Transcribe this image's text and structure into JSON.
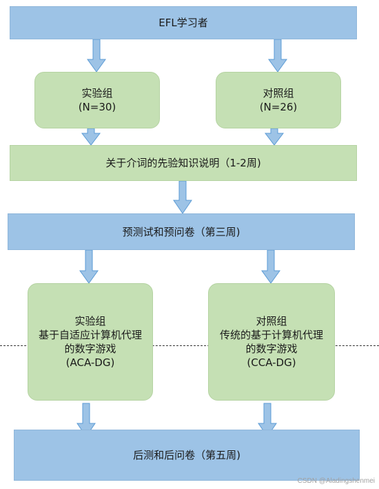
{
  "nodes": {
    "learners": {
      "label": "EFL学习者"
    },
    "exp_group": {
      "line1": "实验组",
      "line2": "(N=30)"
    },
    "ctrl_group": {
      "line1": "对照组",
      "line2": "(N=26)"
    },
    "explanation": {
      "label": "关于介词的先验知识说明（1-2周)"
    },
    "pretest": {
      "label": "预测试和预问卷（第三周)"
    },
    "exp_treatment": {
      "line1": "实验组",
      "line2": "基于自适应计算机代理",
      "line3": "的数字游戏",
      "line4": "(ACA-DG)"
    },
    "ctrl_treatment": {
      "line1": "对照组",
      "line2": "传统的基于计算机代理",
      "line3": "的数字游戏",
      "line4": "(CCA-DG)"
    },
    "posttest": {
      "label": "后测和后问卷（第五周)"
    }
  },
  "watermark": "CSDN @Aladingshenmei",
  "colors": {
    "blue_box": "#9dc3e6",
    "green_box": "#c5e0b4"
  }
}
